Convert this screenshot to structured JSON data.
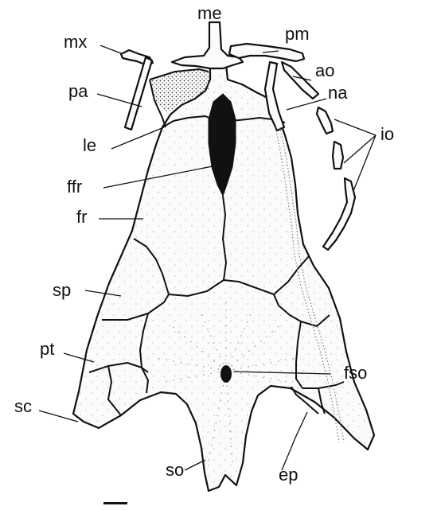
{
  "labels": {
    "me": "me",
    "pm": "pm",
    "mx": "mx",
    "ao": "ao",
    "pa": "pa",
    "na": "na",
    "le": "le",
    "io": "io",
    "ffr": "ffr",
    "fr": "fr",
    "sp": "sp",
    "pt": "pt",
    "fso": "fso",
    "sc": "sc",
    "so": "so",
    "ep": "ep"
  },
  "colors": {
    "ink": "#111111",
    "fill": "#fbfbfb",
    "stipple": "#777777"
  }
}
